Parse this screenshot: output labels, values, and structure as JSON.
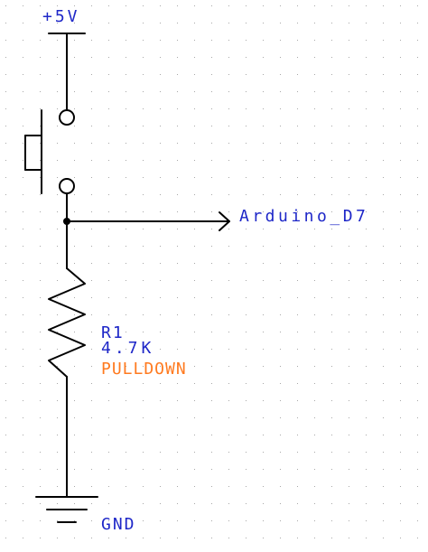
{
  "colors": {
    "wire": "#000000",
    "net_label": "#1e27c8",
    "ref_label": "#1e27c8",
    "value_label": "#1e27c8",
    "description_label": "#ff7a1f",
    "grid_dot": "#a8a8a8"
  },
  "labels": {
    "power": "+5V",
    "net": "Arduino_D7",
    "resistor_ref": "R1",
    "resistor_value": "4.7K",
    "resistor_desc": "PULLDOWN",
    "ground": "GND"
  },
  "components": {
    "switch": {
      "type": "push-button"
    },
    "resistor": {
      "type": "resistor"
    },
    "power_symbol": {
      "type": "power-rail"
    },
    "ground_symbol": {
      "type": "ground"
    },
    "net_arrow": {
      "type": "output-arrow"
    }
  }
}
